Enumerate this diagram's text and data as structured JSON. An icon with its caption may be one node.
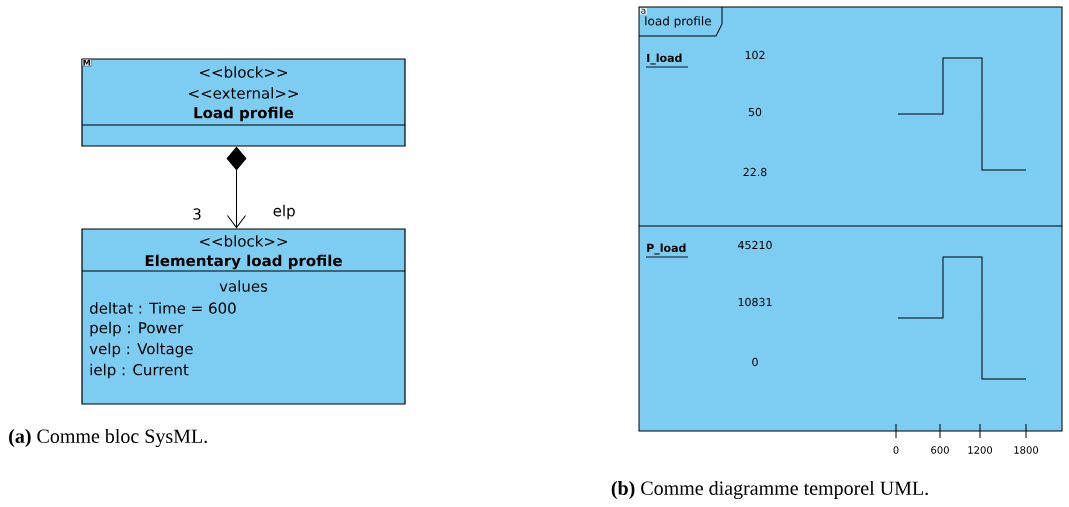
{
  "diagram": {
    "nodes": [
      {
        "text": [
          "<<block>>",
          "<<external>>",
          "Load profile"
        ]
      },
      {
        "text": [
          "<<block>>",
          "Elementary load profile",
          "values",
          "deltat : Time = 600",
          "pelp : Power",
          "velp : Voltage",
          "ielp : Current"
        ]
      },
      {
        "text": [
          "load profile"
        ]
      },
      {
        "text": [
          "I_load",
          "102",
          "50",
          "22.8"
        ],
        "in": 2
      },
      {
        "text": [
          "P_load",
          "45210",
          "10831",
          "0"
        ],
        "in": 2
      }
    ],
    "edges": [
      {
        "from": 0,
        "to": 1,
        "arrow": "to",
        "label": "elp"
      }
    ],
    "labels": [
      "M",
      "3",
      "a",
      "0",
      "600",
      "1200",
      "1800",
      "**(a)** Comme bloc SysML.",
      "**(b)** Comme diagramme temporel UML."
    ]
  }
}
